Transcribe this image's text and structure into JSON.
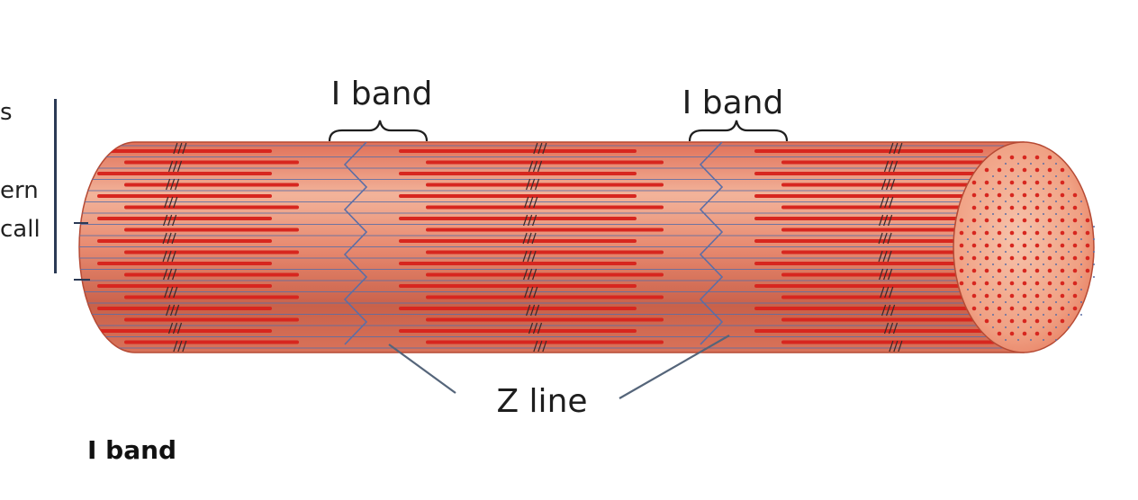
{
  "left_text_fragments": [
    "s",
    "ern",
    "call"
  ],
  "labels": {
    "i_band_left": "I band",
    "i_band_right": "I band",
    "z_line": "Z line"
  },
  "caption": "I band",
  "colors": {
    "muscle_dark": "#c9412c",
    "muscle_mid": "#e8735a",
    "muscle_light": "#f3b49a",
    "thick_filament": "#d7261f",
    "thin_filament": "#5b6ea6",
    "pointer_line": "#55657a",
    "side_bar": "#2b3a55"
  }
}
